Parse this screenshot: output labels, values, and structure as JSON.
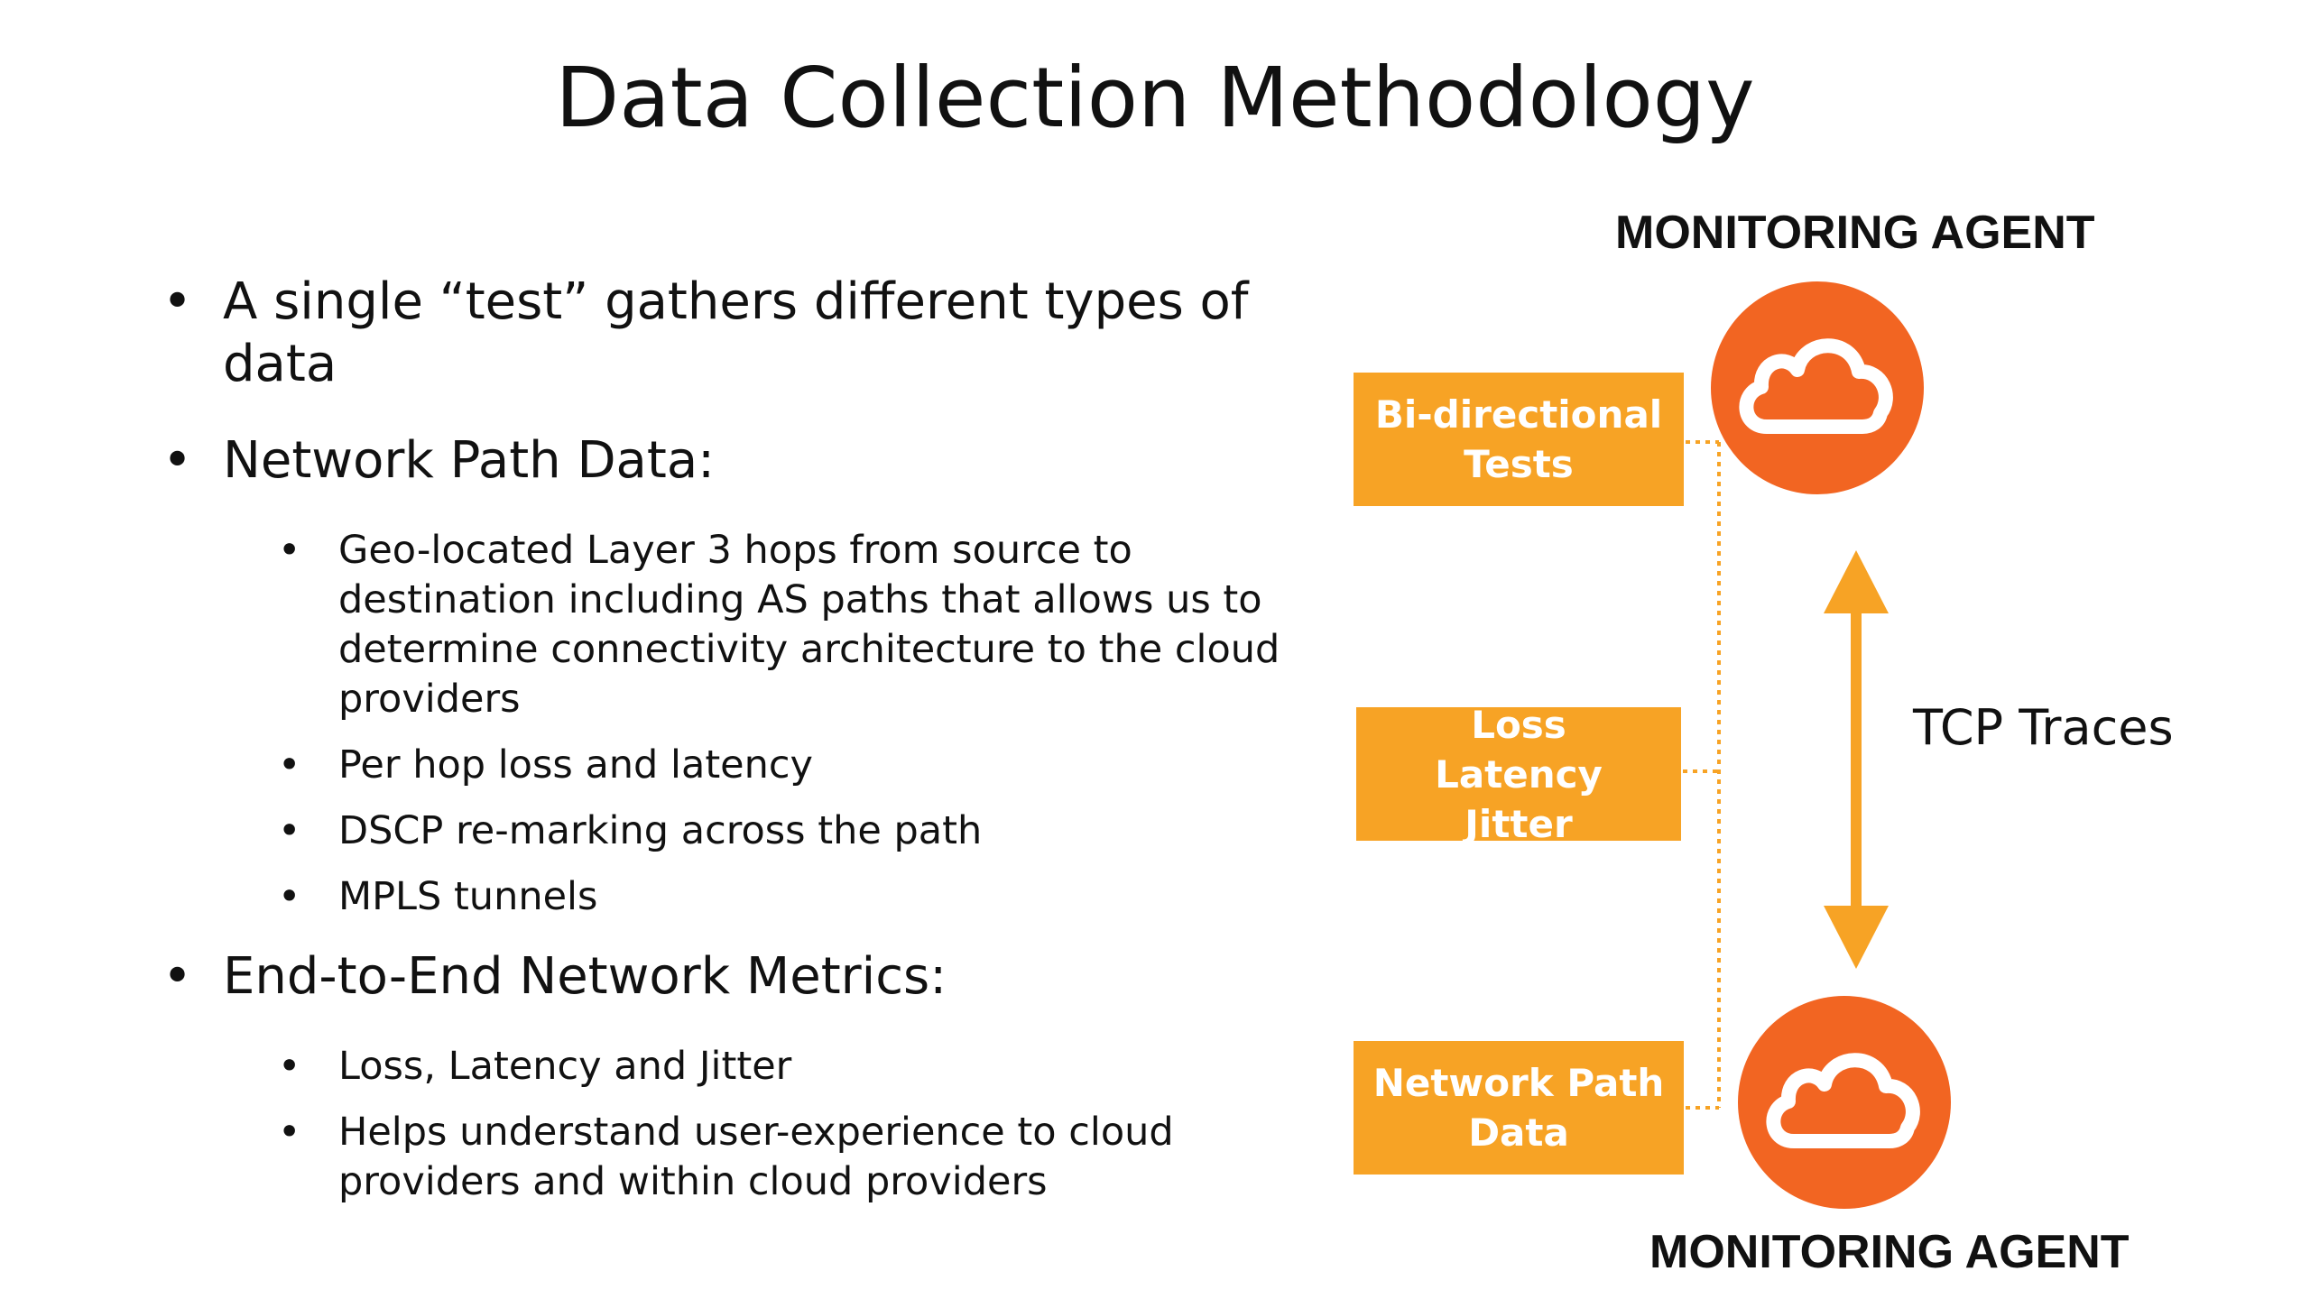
{
  "title": "Data Collection Methodology",
  "bullets": [
    {
      "text": "A single “test” gathers different types of data",
      "sub": []
    },
    {
      "text": "Network Path Data:",
      "sub": [
        "Geo-located Layer 3 hops from source to destination including AS paths that allows us to determine connectivity architecture to the cloud providers",
        "Per hop loss and latency",
        "DSCP re-marking across the path",
        "MPLS tunnels"
      ]
    },
    {
      "text": "End-to-End Network Metrics:",
      "sub": [
        "Loss, Latency and Jitter",
        "Helps understand user-experience to cloud providers and within cloud providers"
      ]
    }
  ],
  "diagram": {
    "top_agent_label": "MONITORING AGENT",
    "bottom_agent_label": "MONITORING AGENT",
    "boxes": [
      {
        "lines": [
          "Bi-directional",
          "Tests"
        ]
      },
      {
        "lines": [
          "Loss",
          "Latency",
          "Jitter"
        ]
      },
      {
        "lines": [
          "Network Path",
          "Data"
        ]
      }
    ],
    "arrow_label": "TCP Traces",
    "agent_icon": "cloud-icon",
    "colors": {
      "agent_circle": "#f26522",
      "box_fill": "#f7a325",
      "arrow": "#f7a325",
      "connector": "#f7a325"
    }
  }
}
